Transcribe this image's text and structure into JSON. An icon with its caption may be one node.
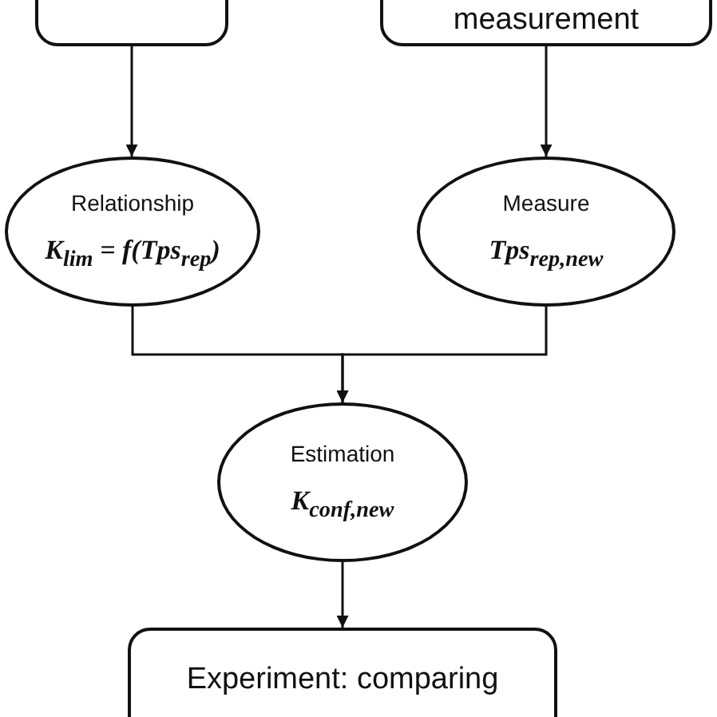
{
  "diagram": {
    "nodes": [
      {
        "text": [],
        "shape": "box"
      },
      {
        "text": [
          "measurement"
        ]
      },
      {
        "text": [
          "Relationship",
          "K$_{lim}$ = f(Tps$_{rep}$)"
        ]
      },
      {
        "text": [
          "Measure",
          "Tps$_{rep,new}$"
        ]
      },
      {
        "text": [
          "Estimation",
          "K$_{conf,new}$"
        ]
      },
      {
        "text": [
          "Experiment: comparing"
        ]
      }
    ],
    "edges": [
      {
        "from": 0,
        "to": 2,
        "arrow": "to"
      },
      {
        "from": 1,
        "to": 3,
        "arrow": "to"
      },
      {
        "from": 2,
        "to": 4,
        "arrow": "to"
      },
      {
        "from": 3,
        "to": 4,
        "arrow": "to"
      },
      {
        "from": 4,
        "to": 5,
        "arrow": "to"
      }
    ]
  }
}
